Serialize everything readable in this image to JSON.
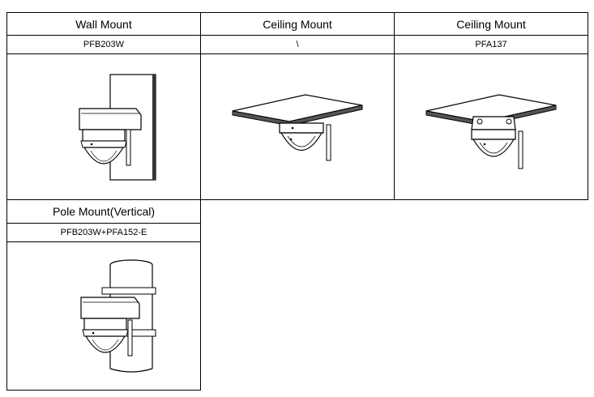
{
  "table": {
    "row1": [
      {
        "title": "Wall Mount",
        "model": "PFB203W",
        "illustration": "wall-mount-camera-illustration"
      },
      {
        "title": "Ceiling Mount",
        "model": "\\",
        "illustration": "ceiling-mount-camera-illustration"
      },
      {
        "title": "Ceiling Mount",
        "model": "PFA137",
        "illustration": "ceiling-mount-pfa137-illustration"
      }
    ],
    "row2": [
      {
        "title": "Pole Mount(Vertical)",
        "model": "PFB203W+PFA152-E",
        "illustration": "pole-mount-camera-illustration"
      }
    ]
  }
}
